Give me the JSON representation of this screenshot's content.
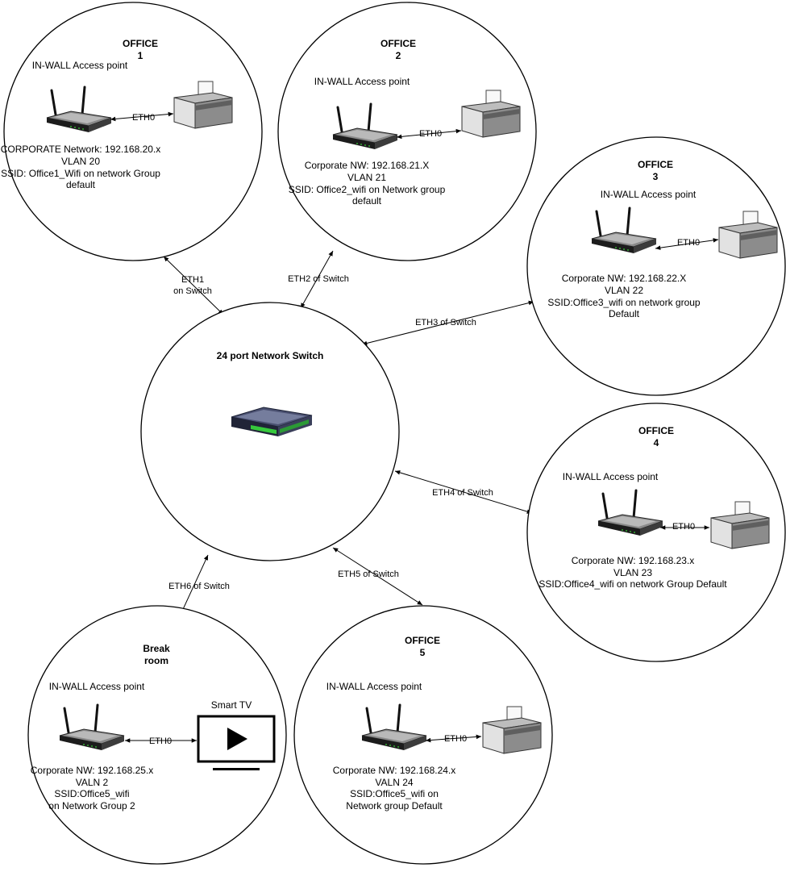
{
  "switch": {
    "title": "24 port Network Switch"
  },
  "offices": [
    {
      "title_line1": "OFFICE",
      "title_line2": "1",
      "ap_label": "IN-WALL Access point",
      "eth_label": "ETH0",
      "device": "printer",
      "info": [
        "CORPORATE Network: 192.168.20.x",
        "VLAN 20",
        "SSID: Office1_Wifi on network Group",
        "default"
      ]
    },
    {
      "title_line1": "OFFICE",
      "title_line2": "2",
      "ap_label": "IN-WALL Access point",
      "eth_label": "ETH0",
      "device": "printer",
      "info": [
        "Corporate NW: 192.168.21.X",
        "VLAN 21",
        "SSID: Office2_wifi on Network group",
        "default"
      ]
    },
    {
      "title_line1": "OFFICE",
      "title_line2": "3",
      "ap_label": "IN-WALL Access point",
      "eth_label": "ETH0",
      "device": "printer",
      "info": [
        "Corporate NW: 192.168.22.X",
        "VLAN 22",
        "SSID:Office3_wifi on network group",
        "Default"
      ]
    },
    {
      "title_line1": "OFFICE",
      "title_line2": "4",
      "ap_label": "IN-WALL Access point",
      "eth_label": "ETH0",
      "device": "printer",
      "info": [
        "Corporate NW: 192.168.23.x",
        "VLAN 23",
        "SSID:Office4_wifi on network Group Default"
      ]
    },
    {
      "title_line1": "OFFICE",
      "title_line2": "5",
      "ap_label": "IN-WALL Access point",
      "eth_label": "ETH0",
      "device": "printer",
      "info": [
        "Corporate NW: 192.168.24.x",
        "VALN 24",
        "SSID:Office5_wifi on",
        "Network group Default"
      ]
    },
    {
      "title_line1": "Break",
      "title_line2": "room",
      "ap_label": "IN-WALL Access point",
      "eth_label": "ETH0",
      "device": "smart-tv",
      "device_label": "Smart TV",
      "info": [
        "Corporate NW: 192.168.25.x",
        "VALN 2",
        "SSID:Office5_wifi",
        "on Network Group 2"
      ]
    }
  ],
  "links": [
    {
      "line1": "ETH1",
      "line2": "on Switch"
    },
    {
      "line1": "ETH2 of Switch"
    },
    {
      "line1": "ETH3 of Switch"
    },
    {
      "line1": "ETH4 of Switch"
    },
    {
      "line1": "ETH5 of Switch"
    },
    {
      "line1": "ETH6 of Switch"
    }
  ]
}
